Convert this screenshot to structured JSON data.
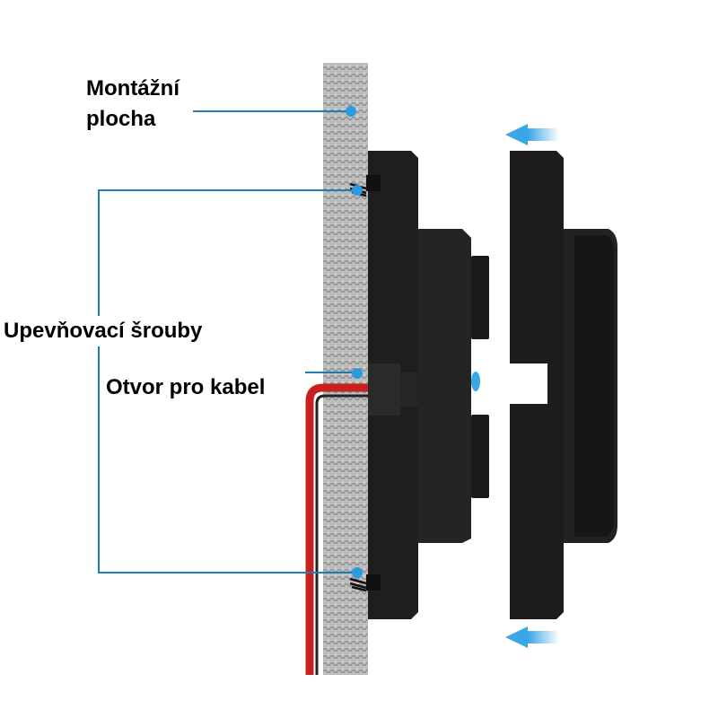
{
  "labels": {
    "mounting_surface_line1": "Montážní",
    "mounting_surface_line2": "plocha",
    "fixing_screws": "Upevňovací šrouby",
    "cable_hole": "Otvor pro kabel"
  },
  "colors": {
    "leader": "#1f7fb5",
    "dot": "#2a9be0",
    "device": "#1c1c1c",
    "cable": "#c8201e",
    "wall": "#b5b5b5",
    "arrow": "#4fb0e8"
  }
}
